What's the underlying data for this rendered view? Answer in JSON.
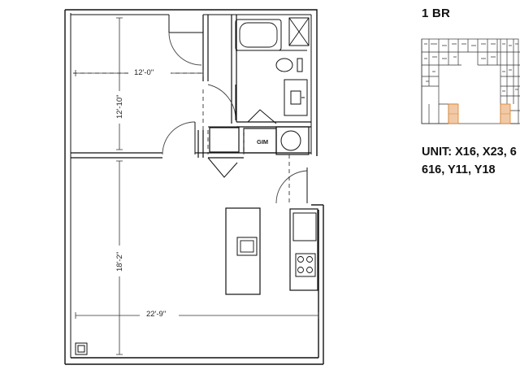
{
  "unit_type": "1 BR",
  "unit_list": {
    "line1": "UNIT: X16, X23, 6",
    "line2": "616, Y11, Y18"
  },
  "dimensions": {
    "bedroom_width": "12'-0\"",
    "bedroom_depth": "12'-10\"",
    "living_depth": "18'-2\"",
    "living_width": "22'-9\""
  },
  "closet_label": "GIM",
  "colors": {
    "wall": "#111111",
    "line": "#444444",
    "highlight": "#f2c9a6",
    "highlight_stroke": "#d9822b"
  }
}
